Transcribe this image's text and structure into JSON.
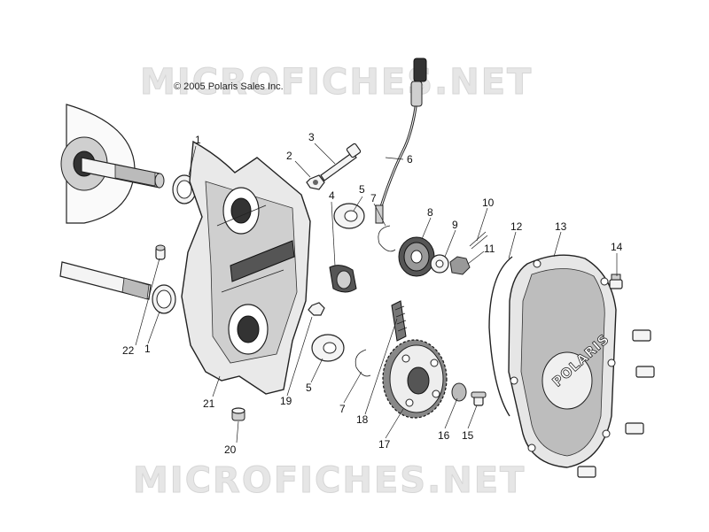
{
  "copyright": "© 2005 Polaris Sales Inc.",
  "watermark_top": "MICROFICHES.NET",
  "watermark_bottom": "MICROFICHES.NET",
  "cover_brand": "POLARIS",
  "callouts": [
    "1",
    "2",
    "3",
    "4",
    "5",
    "6",
    "7",
    "8",
    "9",
    "10",
    "11",
    "12",
    "13",
    "14",
    "22",
    "1",
    "19",
    "5",
    "7",
    "18",
    "17",
    "16",
    "15",
    "21",
    "20"
  ]
}
